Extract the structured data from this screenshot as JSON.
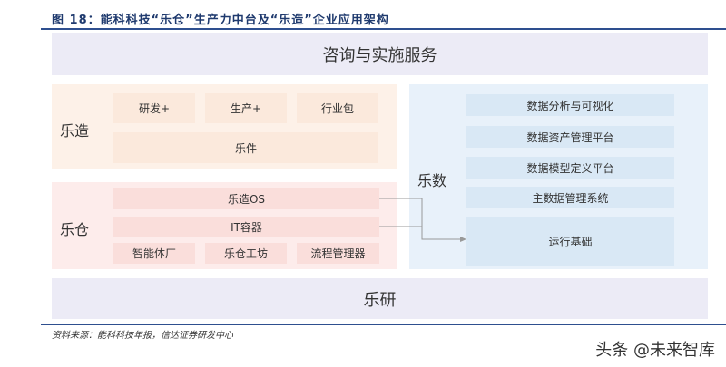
{
  "title": "图 18：能科科技“乐仓”生产力中台及“乐造”企业应用架构",
  "top_band": "咨询与实施服务",
  "bottom_band": "乐研",
  "lezao": {
    "label": "乐造",
    "items": [
      "研发+",
      "生产+",
      "行业包"
    ],
    "wide": "乐件"
  },
  "lecang": {
    "label": "乐仓",
    "rows": [
      "乐造OS",
      "IT容器"
    ],
    "items": [
      "智能体厂",
      "乐仓工坊",
      "流程管理器"
    ]
  },
  "leshu": {
    "label": "乐数",
    "items": [
      "数据分析与可视化",
      "数据资产管理平台",
      "数据模型定义平台",
      "主数据管理系统",
      "运行基础"
    ]
  },
  "source": "资料来源：能科科技年报，信达证券研发中心",
  "watermark": "头条 @未来智库"
}
